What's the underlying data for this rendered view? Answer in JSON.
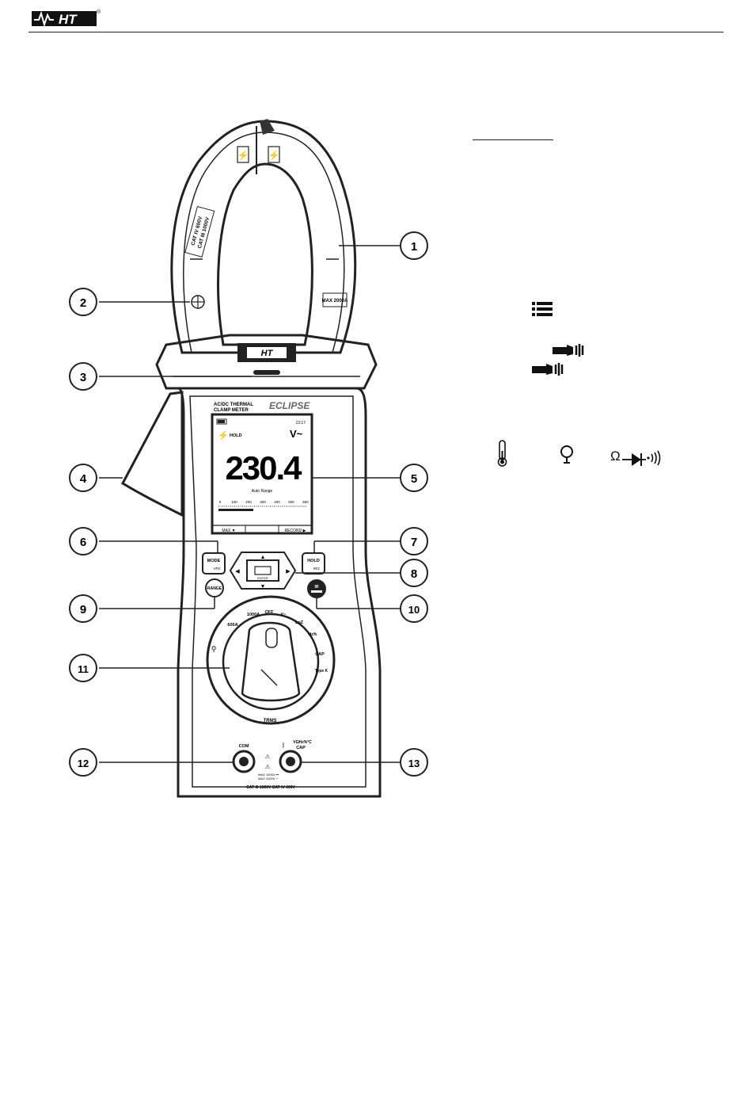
{
  "header": {
    "brand": "HT",
    "registered_mark": "®"
  },
  "meter": {
    "brand_logo": "HT",
    "series_line1": "AC/DC THERMAL",
    "series_line2": "CLAMP METER",
    "model": "ECLIPSE",
    "jaw_label_a": "CAT IV 600V",
    "jaw_label_b": "CAT III 1000V",
    "jaw_label_c": "MAX 2000A",
    "display": {
      "time": "13:17",
      "hold_label": "HOLD",
      "unit": "V~",
      "reading": "230.4",
      "range_label": "Auto Range",
      "bargraph_ticks": [
        "0",
        "100",
        "200",
        "300",
        "400",
        "500",
        "600"
      ],
      "softkey_left": "MAX ▼",
      "softkey_right": "RECORD ▶"
    },
    "buttons": {
      "mode": "MODE",
      "mode_sub": "VFD",
      "hold": "HOLD",
      "hold_sub": "IRG",
      "range": "RANGE",
      "enter": "ENTER",
      "lamp": "IR"
    },
    "dial": {
      "off": "OFF",
      "pos_1000a": "1000A",
      "pos_600a": "600A",
      "pos_v": "V~",
      "pos_lozi": "LoZ",
      "pos_hz": "Hz%",
      "pos_cap": "CAP",
      "pos_type_k": "Type K",
      "brand": "TRMS"
    },
    "terminals": {
      "com": "COM",
      "input": "VΩHz%°C",
      "input_sub": "CAP",
      "rating_1": "MAX 1000V ⎓",
      "rating_2": "MAX 1000V ∼",
      "cat_line": "CAT III 1000V  CAT IV 600V"
    }
  },
  "callouts": [
    "1",
    "2",
    "3",
    "4",
    "5",
    "6",
    "7",
    "8",
    "9",
    "10",
    "11",
    "12",
    "13"
  ],
  "legend_icons": [
    "list-icon",
    "lamp-icon",
    "lamp-icon",
    "thermometer-icon",
    "lightbulb-icon"
  ],
  "legend_symbol_ohm": "Ω"
}
